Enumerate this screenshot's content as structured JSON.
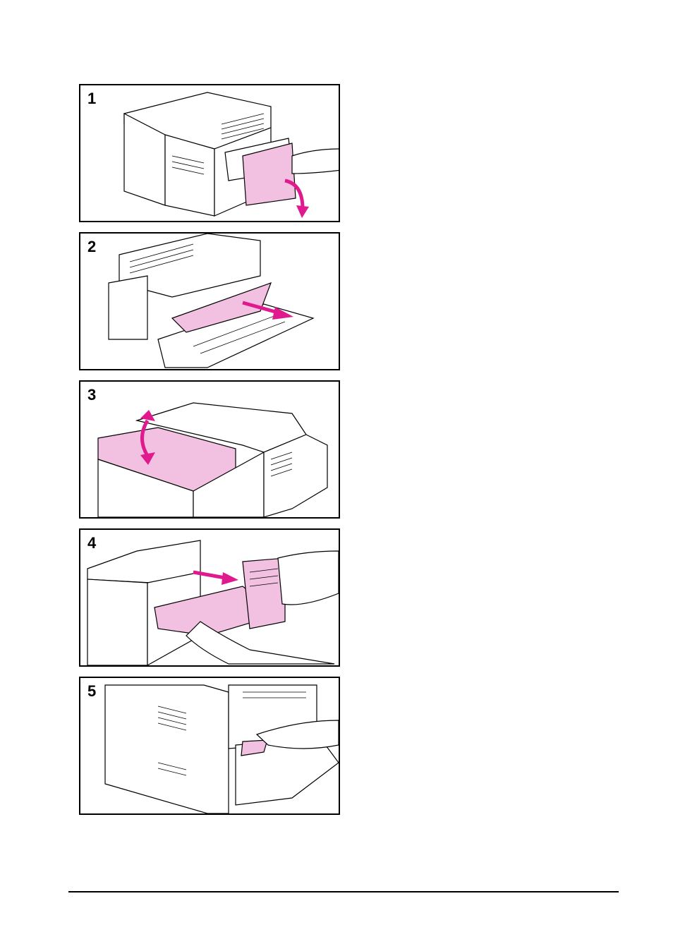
{
  "steps": [
    {
      "number": "1"
    },
    {
      "number": "2"
    },
    {
      "number": "3"
    },
    {
      "number": "4"
    },
    {
      "number": "5"
    }
  ],
  "colors": {
    "highlight": "#f2c0e0",
    "arrow": "#e0198f",
    "line": "#000000"
  }
}
